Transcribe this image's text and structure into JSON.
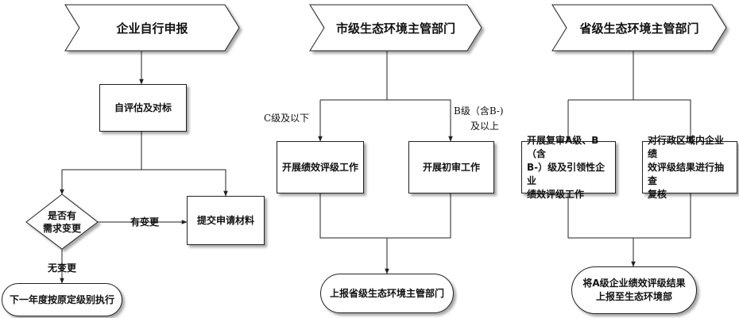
{
  "headers": {
    "enterprise": "企业自行申报",
    "city": "市级生态环境主管部门",
    "province": "省级生态环境主管部门"
  },
  "col1": {
    "self_eval": "自评估及对标",
    "decision_line1": "是否有",
    "decision_line2": "需求变更",
    "yes_label": "有变更",
    "no_label": "无变更",
    "submit": "提交申请材料",
    "next_year": "下一年度按原定级别执行"
  },
  "col2": {
    "left_label": "C级及以下",
    "right_label_line1": "B级（含B-)",
    "right_label_line2": "及以上",
    "perf_eval": "开展绩效评级工作",
    "initial_review": "开展初审工作",
    "report": "上报省级生态环境主管部门"
  },
  "col3": {
    "review_line1": "开展复审A级、B（含",
    "review_line2": "B-）级及引领性企业",
    "review_line3": "绩效评级工作",
    "spot_line1": "对行政区域内企业绩",
    "spot_line2": "效评级结果进行抽查",
    "spot_line3": "复核",
    "final_line1": "将A级企业绩效评级结果",
    "final_line2": "上报至生态环境部"
  }
}
